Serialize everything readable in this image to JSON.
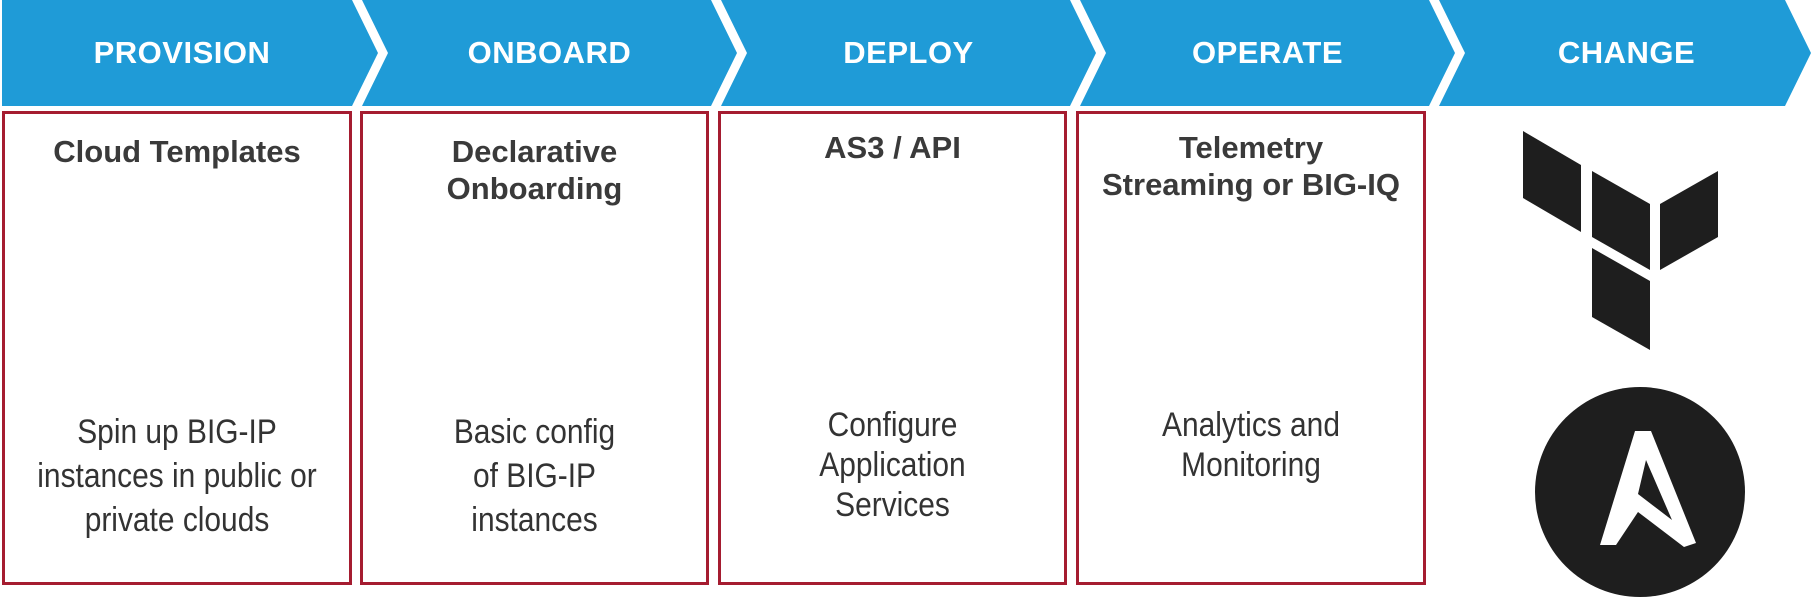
{
  "stages": [
    {
      "label": "PROVISION"
    },
    {
      "label": "ONBOARD"
    },
    {
      "label": "DEPLOY"
    },
    {
      "label": "OPERATE"
    },
    {
      "label": "CHANGE"
    }
  ],
  "cards": [
    {
      "title": "Cloud Templates",
      "body": "Spin up BIG-IP\ninstances in public or\nprivate clouds"
    },
    {
      "title": "Declarative\nOnboarding",
      "body": "Basic config\nof BIG-IP\ninstances"
    },
    {
      "title": "AS3 / API",
      "body": "Configure\nApplication\nServices"
    },
    {
      "title": "Telemetry\nStreaming or BIG-IQ",
      "body": "Analytics and\nMonitoring"
    }
  ],
  "change_tools": [
    {
      "icon": "terraform-icon"
    },
    {
      "icon": "ansible-icon"
    }
  ],
  "colors": {
    "chevron": "#1f9bd7",
    "card_border": "#a51c30",
    "logo": "#1e1e1e"
  }
}
